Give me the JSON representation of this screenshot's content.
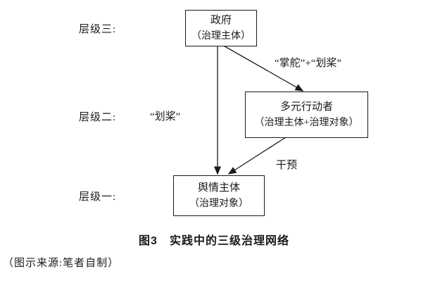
{
  "diagram": {
    "level_labels": {
      "three": "层级三:",
      "two": "层级二:",
      "one": "层级一:"
    },
    "nodes": {
      "government": {
        "line1": "政府",
        "line2": "（治理主体）"
      },
      "actors": {
        "line1": "多元行动者",
        "line2": "（治理主体+治理对象）"
      },
      "public_opinion": {
        "line1": "舆情主体",
        "line2": "（治理对象）"
      }
    },
    "edge_labels": {
      "steer_plus_row": "“掌舵”+“划桨”",
      "row": "“划桨”",
      "intervene": "干预"
    },
    "caption": "图3　实践中的三级治理网络",
    "source": "（图示来源:笔者自制）",
    "colors": {
      "ink": "#1a1a1a",
      "background": "#ffffff"
    }
  }
}
